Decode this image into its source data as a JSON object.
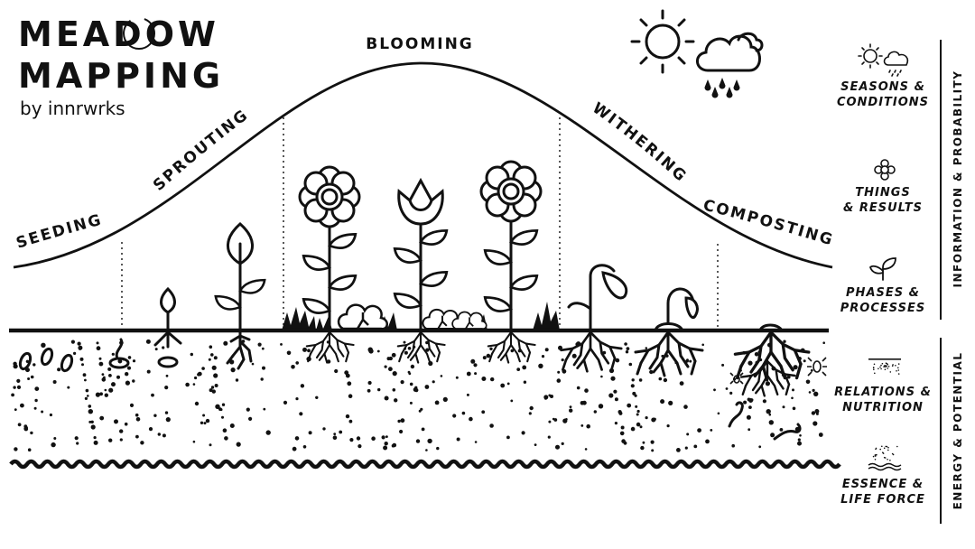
{
  "title": {
    "line1": "MEADOW",
    "line2": "MAPPING",
    "byline": "by innrwrks"
  },
  "stages": [
    {
      "label": "SEEDING"
    },
    {
      "label": "SPROUTING"
    },
    {
      "label": "BLOOMING"
    },
    {
      "label": "WITHERING"
    },
    {
      "label": "COMPOSTING"
    }
  ],
  "legend": {
    "seasons": {
      "line1": "SEASONS &",
      "line2": "CONDITIONS",
      "icon": "sun-cloud-icon"
    },
    "things": {
      "line1": "THINGS",
      "line2": "& RESULTS",
      "icon": "flower-icon"
    },
    "phases": {
      "line1": "PHASES &",
      "line2": "PROCESSES",
      "icon": "sprout-icon"
    },
    "relations": {
      "line1": "RELATIONS &",
      "line2": "NUTRITION",
      "icon": "soil-dots-icon"
    },
    "essence": {
      "line1": "ESSENCE &",
      "line2": "LIFE FORCE",
      "icon": "water-dots-icon"
    }
  },
  "side_labels": {
    "upper": "INFORMATION & PROBABILITY",
    "lower": "ENERGY & POTENTIAL"
  },
  "colors": {
    "ink": "#111111",
    "background": "#ffffff"
  }
}
